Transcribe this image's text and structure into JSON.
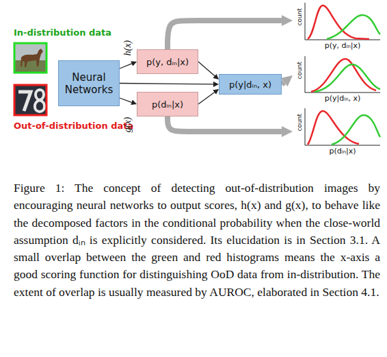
{
  "diagram": {
    "caption": "Figure 1: The concept of detecting out-of-distribution images by encouraging neural networks to output scores, h(x) and g(x), to behave like the decomposed factors in the conditional probability when the close-world assumption dᵢₙ is explicitly considered. Its elucidation is in Section 3.1. A small overlap between the green and red histograms means the x-axis a good scoring function for distinguishing OoD data from in-distribution. The extent of overlap is usually measured by AUROC, elaborated in Section 4.1.",
    "nodes": [
      {
        "text": [
          "Neural Networks"
        ]
      },
      {
        "text": [
          "p(y, dᵢₙ|x)"
        ]
      },
      {
        "text": [
          "p(dᵢₙ|x)"
        ]
      },
      {
        "text": [
          "p(y|dᵢₙ, x)"
        ]
      },
      {
        "text": [
          "count",
          "p(y, dᵢₙ|x)"
        ]
      },
      {
        "text": [
          "count",
          "p(y|dᵢₙ, x)"
        ]
      },
      {
        "text": [
          "count",
          "p(dᵢₙ|x)"
        ]
      }
    ],
    "edges": [
      {
        "from": 0,
        "to": 1,
        "label": "h(x)",
        "arrow": "to"
      },
      {
        "from": 0,
        "to": 2,
        "label": "g(x)",
        "arrow": "to"
      },
      {
        "from": 0,
        "to": 3,
        "arrow": "to"
      },
      {
        "from": 1,
        "to": 3,
        "arrow": "to"
      },
      {
        "from": 2,
        "to": 3,
        "arrow": "to"
      },
      {
        "from": 3,
        "to": 5,
        "arrow": "to"
      },
      {
        "from": 1,
        "to": 4,
        "arrow": "to"
      },
      {
        "from": 2,
        "to": 6,
        "arrow": "to"
      }
    ],
    "labels": [
      "In-distribution data",
      "Out-of-distribution data"
    ]
  }
}
